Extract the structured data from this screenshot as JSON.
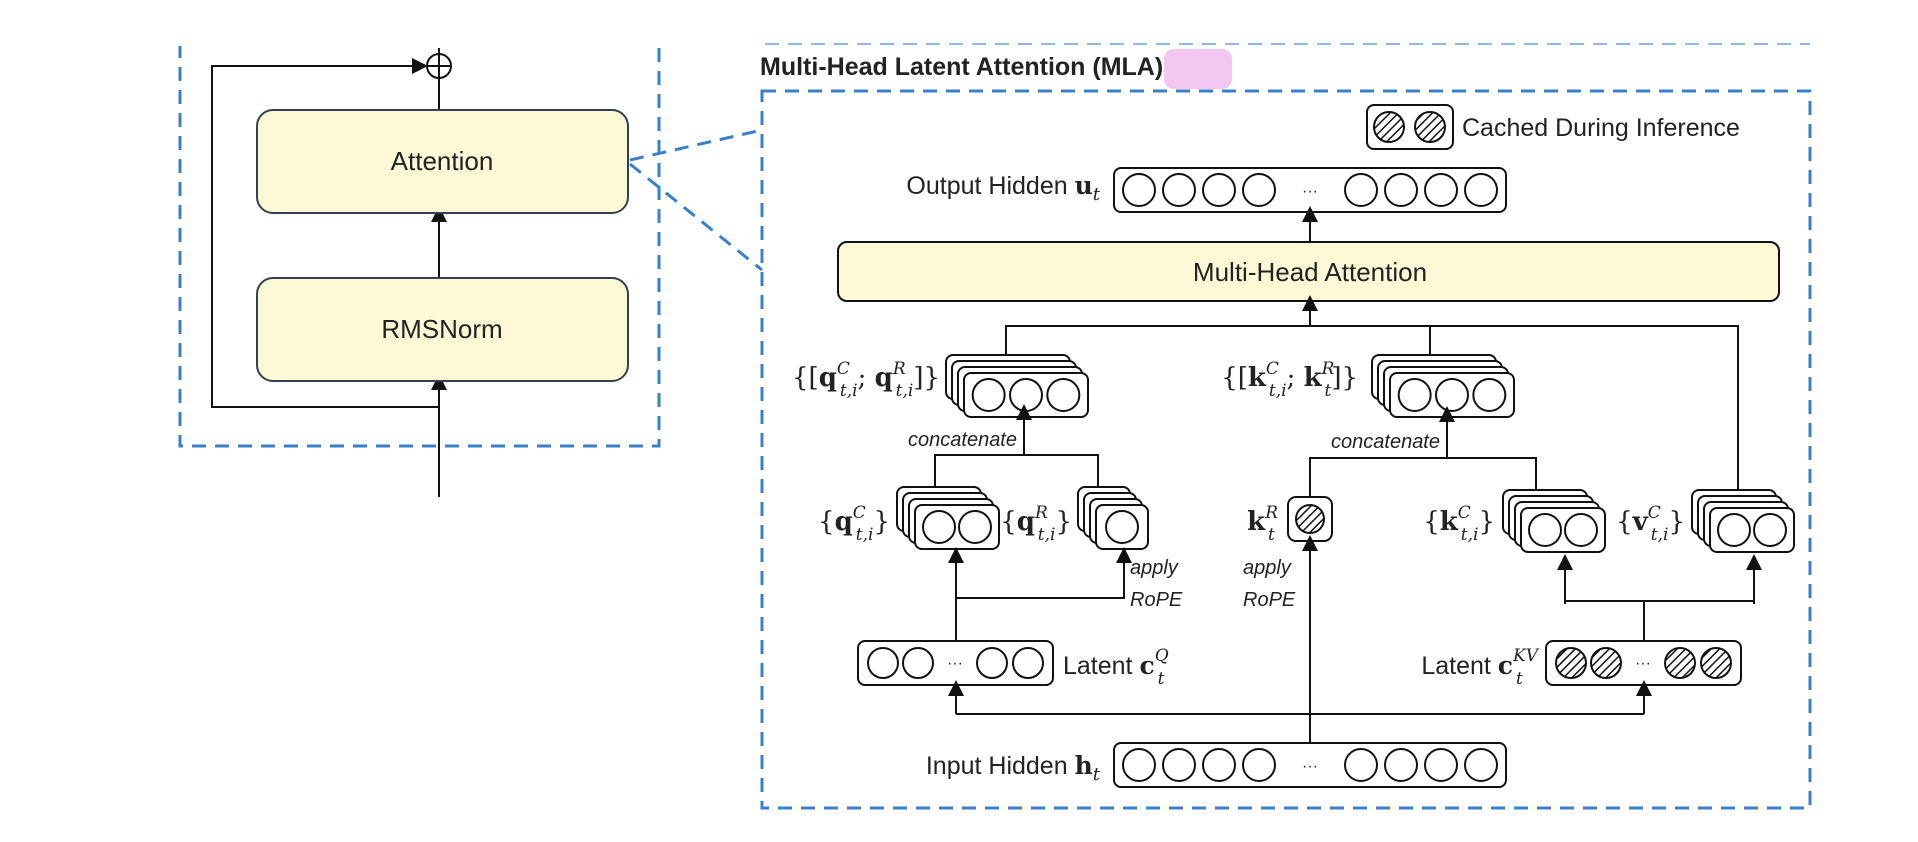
{
  "block": {
    "attention_label": "Attention",
    "rmsnorm_label": "RMSNorm"
  },
  "mla": {
    "title_prefix": "Multi-Head Latent Attention (",
    "title_abbr": "MLA",
    "title_suffix": ")",
    "abbr_highlight_color": "#f4c6f2",
    "legend_label": "Cached During Inference",
    "output_hidden_label": "Output Hidden",
    "output_hidden_symbol": "u",
    "output_hidden_sub": "t",
    "mha_label": "Multi-Head Attention",
    "q_concat_label": "{[q^C_{t,i}; q^R_{t,i}]}",
    "k_concat_label": "{[k^C_{t,i}; k^R_t]}",
    "concatenate_label": "concatenate",
    "qc_label": "{q^C_{t,i}}",
    "qr_label": "{q^R_{t,i}}",
    "kr_label": "k^R_t",
    "kc_label": "{k^C_{t,i}}",
    "vc_label": "{v^C_{t,i}}",
    "apply_label": "apply",
    "rope_label": "RoPE",
    "latent_label": "Latent",
    "latent_q_sup": "Q",
    "latent_kv_sup": "KV",
    "latent_sub": "t",
    "input_hidden_label": "Input Hidden",
    "input_hidden_symbol": "h",
    "input_hidden_sub": "t",
    "ellipsis": "···"
  },
  "colors": {
    "dashed_border": "#3a80c8",
    "block_fill": "#fdf9d6"
  }
}
